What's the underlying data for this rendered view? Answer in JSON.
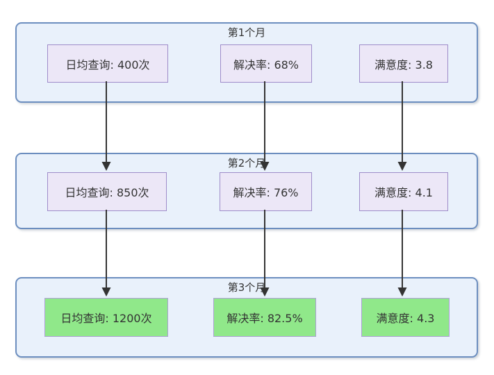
{
  "diagram": {
    "months": [
      {
        "title": "第1个月",
        "metrics": [
          "日均查询: 400次",
          "解决率: 68%",
          "满意度: 3.8"
        ]
      },
      {
        "title": "第2个月",
        "metrics": [
          "日均查询: 850次",
          "解决率: 76%",
          "满意度: 4.1"
        ]
      },
      {
        "title": "第3个月",
        "metrics": [
          "日均查询: 1200次",
          "解决率: 82.5%",
          "满意度: 4.3"
        ]
      }
    ],
    "colors": {
      "container_fill": "#e9f1fb",
      "container_border": "#6c8ebf",
      "node_fill": "#ece7f7",
      "node_border": "#9e8cc9",
      "highlight_fill": "#90e88a",
      "highlight_border": "#ada0d6",
      "arrow_color": "#333333",
      "text_color": "#333333"
    }
  }
}
